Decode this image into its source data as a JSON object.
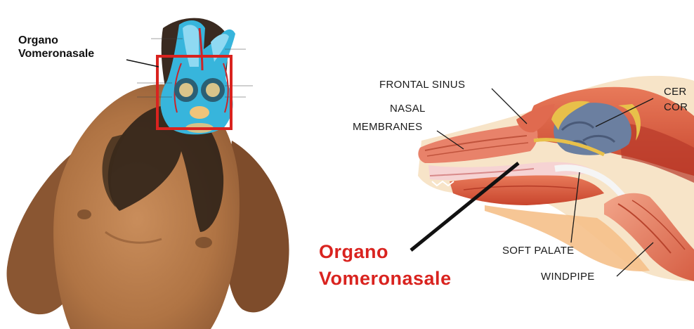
{
  "left_figure": {
    "label_line1": "Organo",
    "label_line2": "Vomeronasale"
  },
  "right_figure": {
    "labels": {
      "frontal_sinus": "FRONTAL SINUS",
      "nasal": "NASAL",
      "membranes": "MEMBRANES",
      "cer": "CER",
      "cor": "COR",
      "soft_palate": "SOFT PALATE",
      "windpipe": "WINDPIPE"
    },
    "callout_line1": "Organo",
    "callout_line2": "Vomeronasale",
    "callout_color": "#d9231f"
  },
  "colors": {
    "highlight_box": "#d9231f",
    "dog_fur": "#b97d4d",
    "cross_section": "#37b5dc"
  }
}
